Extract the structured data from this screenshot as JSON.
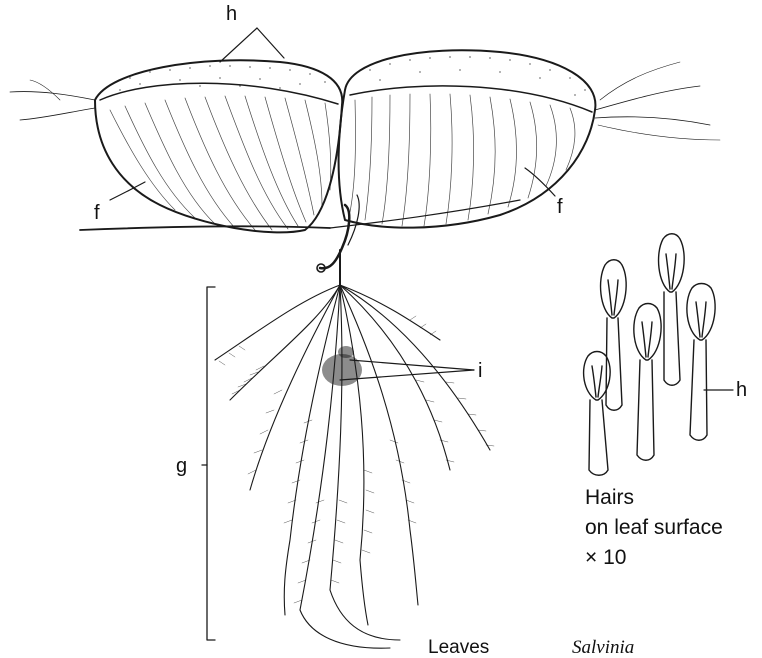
{
  "labels": {
    "h_top": "h",
    "f_left": "f",
    "f_right": "f",
    "i": "i",
    "g": "g",
    "h_right": "h"
  },
  "caption": {
    "line1": "Hairs",
    "line2": "on leaf surface",
    "line3": "× 10"
  },
  "footer": {
    "left": "Leaves",
    "right": "Salvinia"
  }
}
